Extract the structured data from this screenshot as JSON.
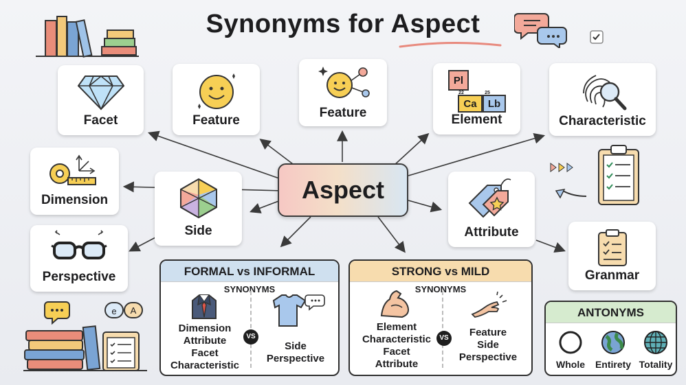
{
  "title": "Synonyms for Aspect",
  "center": "Aspect",
  "cards": {
    "facet": "Facet",
    "feature_smile": "Feature",
    "feature_top": "Feature",
    "element": "Element",
    "characteristic": "Characteristic",
    "dimension": "Dimension",
    "side": "Side",
    "attribute": "Attribute",
    "perspective": "Perspective",
    "granmar": "Granmar"
  },
  "element_tiles": {
    "pl": "Pl",
    "ca": "Ca",
    "lb": "Lb",
    "n22": "22",
    "n25": "25"
  },
  "formal_panel": {
    "title": "FORMAL vs INFORMAL",
    "subtitle": "SYNONYMS",
    "left": [
      "Dimension",
      "Attribute",
      "Facet",
      "Characteristic"
    ],
    "right": [
      "Side",
      "Perspective"
    ],
    "vs": "VS"
  },
  "strong_panel": {
    "title": "STRONG vs MILD",
    "subtitle": "SYNONYMS",
    "left": [
      "Element",
      "Characteristic",
      "Facet",
      "Attribute"
    ],
    "right": [
      "Feature",
      "Side",
      "Perspective"
    ],
    "vs": "VS"
  },
  "antonyms": {
    "title": "ANTONYMS",
    "items": [
      "Whole",
      "Entirety",
      "Totality"
    ]
  },
  "deco": {
    "bubble_e": "e",
    "bubble_a": "A"
  },
  "colors": {
    "formal_header": "#cfe0ef",
    "strong_header": "#f7dcae",
    "antonym_header": "#d6ebcf",
    "arrow": "#3a3a3a",
    "underline": "#e8897d"
  }
}
